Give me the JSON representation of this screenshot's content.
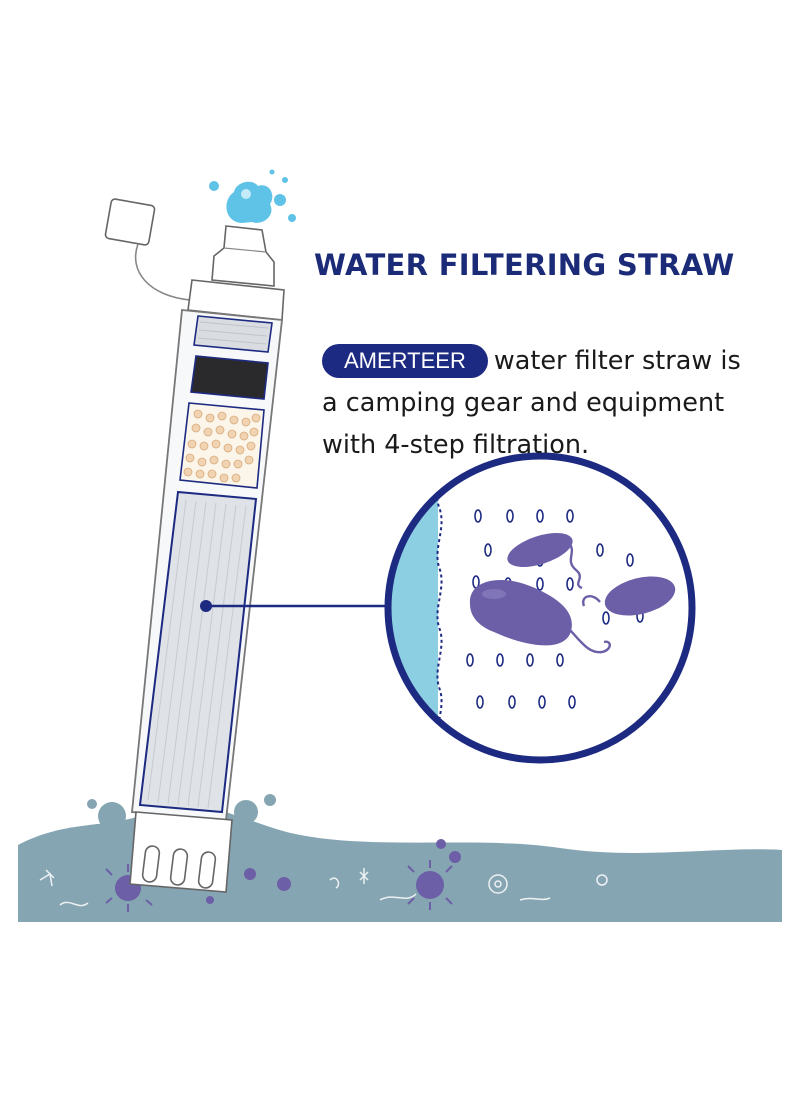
{
  "headline": "WATER FILTERING STRAW",
  "description": {
    "brand": "AMERTEER",
    "line1_rest": "water filter straw is",
    "line2": "a camping gear and equipment",
    "line3": "with 4-step filtration."
  },
  "colors": {
    "headline": "#1c2b78",
    "brand_badge": "#1d2a82",
    "water": "#86a5b2",
    "filter_frame": "#1d2a82",
    "bacteria": "#6c5fa8",
    "cap_bubble": "#5ec3e6",
    "membrane": "#8ccfe3"
  },
  "icons": [
    "straw-filter-icon",
    "water-bubble-icon",
    "bacteria-icon",
    "magnifier-circle-icon"
  ]
}
